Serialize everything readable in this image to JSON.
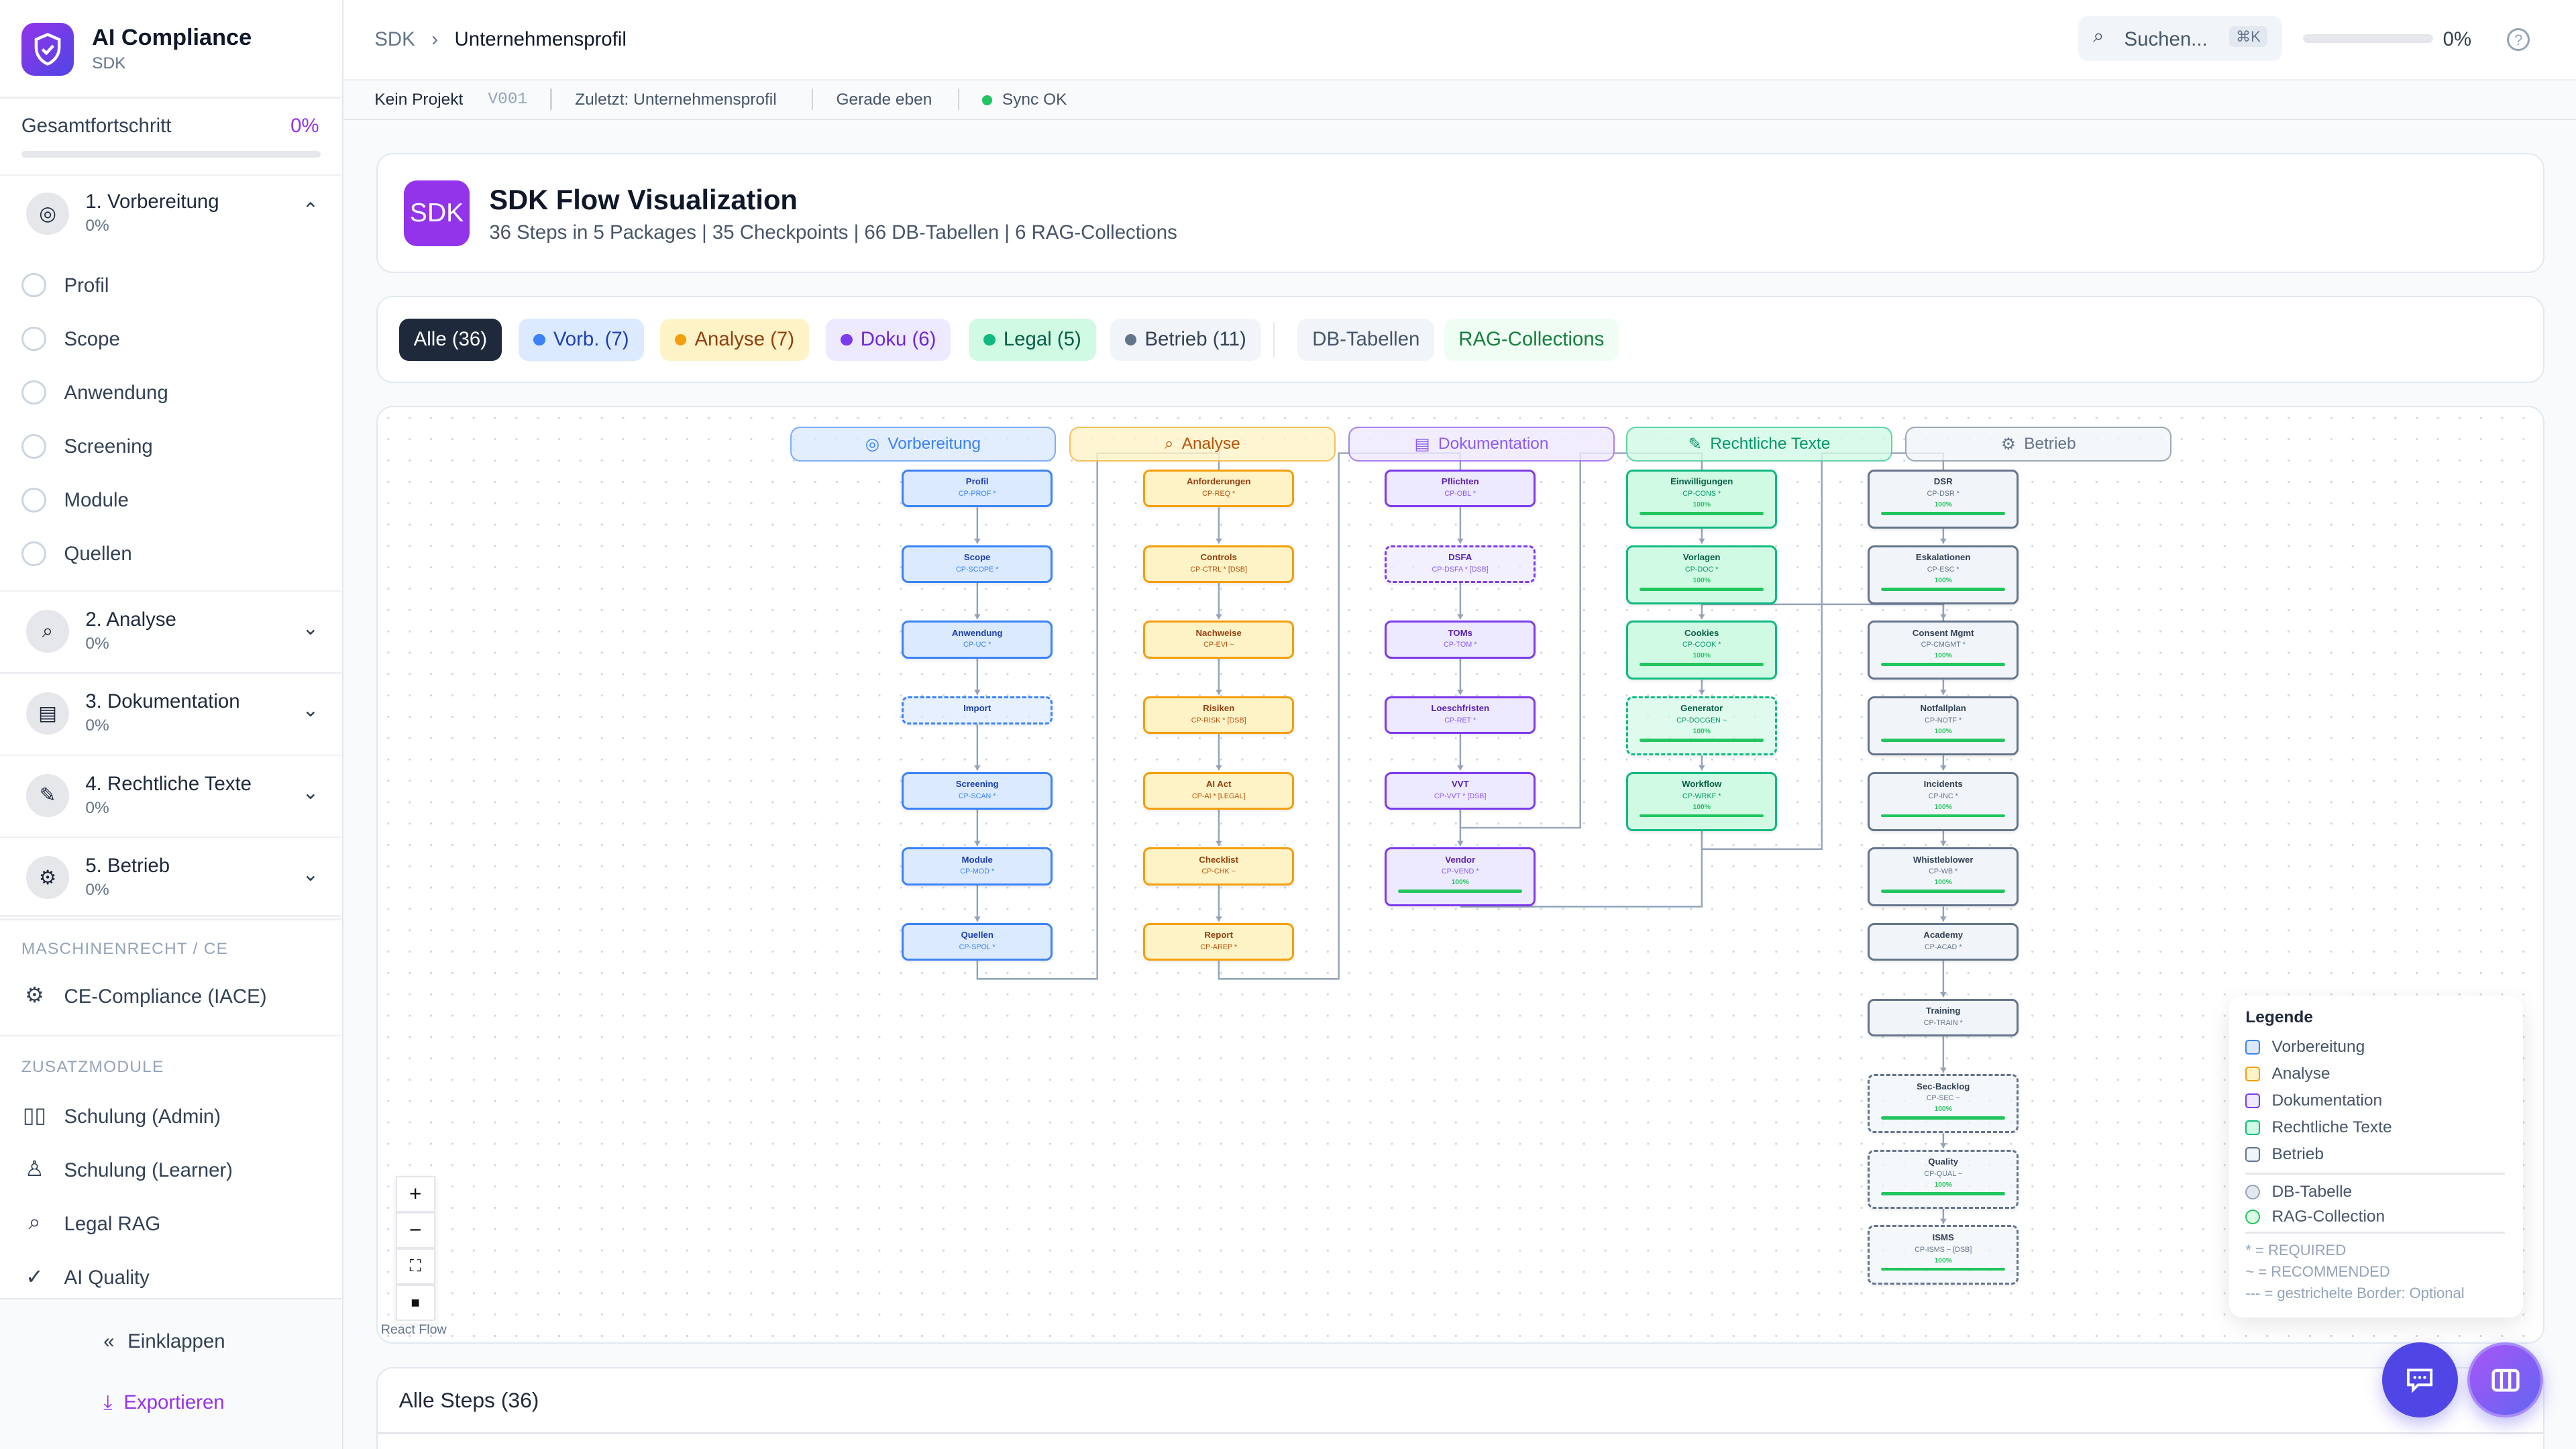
{
  "app": {
    "title": "AI Compliance",
    "subtitle": "SDK",
    "logo_icon": "shield-check-icon"
  },
  "sidebar": {
    "progress_label": "Gesamtfortschritt",
    "progress_value": "0%",
    "progress": 0,
    "sections": [
      {
        "label": "1. Vorbereitung",
        "progress": "0%",
        "icon": "target-icon",
        "expanded": true,
        "items": [
          "Profil",
          "Scope",
          "Anwendung",
          "Screening",
          "Module",
          "Quellen"
        ]
      },
      {
        "label": "2. Analyse",
        "progress": "0%",
        "icon": "magnifier-icon"
      },
      {
        "label": "3. Dokumentation",
        "progress": "0%",
        "icon": "clipboard-icon"
      },
      {
        "label": "4. Rechtliche Texte",
        "progress": "0%",
        "icon": "memo-icon"
      },
      {
        "label": "5. Betrieb",
        "progress": "0%",
        "icon": "gear-icon"
      }
    ],
    "ce_caption": "MASCHINENRECHT / CE",
    "ce_item": "CE-Compliance (IACE)",
    "extra_caption": "ZUSATZMODULE",
    "extra_items": [
      {
        "label": "Schulung (Admin)",
        "icon": "book-icon"
      },
      {
        "label": "Schulung (Learner)",
        "icon": "user-icon"
      },
      {
        "label": "Legal RAG",
        "icon": "search-icon"
      },
      {
        "label": "AI Quality",
        "icon": "check-circle-icon"
      }
    ],
    "collapse_label": "Einklappen",
    "export_label": "Exportieren"
  },
  "header": {
    "breadcrumb": [
      "SDK",
      "Unternehmensprofil"
    ],
    "search_placeholder": "Suchen...",
    "search_shortcut": "⌘K",
    "progress_value": "0%",
    "progress": 0
  },
  "subbar": {
    "project": "Kein Projekt",
    "version": "V001",
    "last": "Zuletzt: Unternehmensprofil",
    "time": "Gerade eben",
    "sync": "Sync OK"
  },
  "hero": {
    "badge": "SDK",
    "title": "SDK Flow Visualization",
    "subtitle": "36 Steps in 5 Packages | 35 Checkpoints | 66 DB-Tabellen | 6 RAG-Collections"
  },
  "filters": [
    {
      "label": "Alle (36)",
      "active": true
    },
    {
      "label": "Vorb. (7)",
      "color": "#3b82f6"
    },
    {
      "label": "Analyse (7)",
      "color": "#f59e0b"
    },
    {
      "label": "Doku (6)",
      "color": "#7c3aed"
    },
    {
      "label": "Legal (5)",
      "color": "#10b981"
    },
    {
      "label": "Betrieb (11)",
      "color": "#64748b"
    },
    {
      "label": "DB-Tabellen"
    },
    {
      "label": "RAG-Collections"
    }
  ],
  "colors": {
    "vorb": {
      "bg": "#dbeafe",
      "border": "#3b82f6",
      "title": "#1e40af",
      "sub": "#3b82f6"
    },
    "analyse": {
      "bg": "#fef3c7",
      "border": "#f59e0b",
      "title": "#92400e",
      "sub": "#b45309"
    },
    "doku": {
      "bg": "#ede9fe",
      "border": "#7c3aed",
      "title": "#5b21b6",
      "sub": "#8b5cf6"
    },
    "legal": {
      "bg": "#d1fae5",
      "border": "#10b981",
      "title": "#065f46",
      "sub": "#059669"
    },
    "betrieb": {
      "bg": "#f1f5f9",
      "border": "#64748b",
      "title": "#334155",
      "sub": "#64748b"
    }
  },
  "flow": {
    "packages": [
      {
        "key": "vorb",
        "label": "Vorbereitung",
        "icon": "target-icon",
        "nodes": [
          {
            "label": "Profil",
            "code": "CP-PROF *"
          },
          {
            "label": "Scope",
            "code": "CP-SCOPE *"
          },
          {
            "label": "Anwendung",
            "code": "CP-UC *"
          },
          {
            "label": "Import",
            "code": "",
            "optional": true
          },
          {
            "label": "Screening",
            "code": "CP-SCAN *"
          },
          {
            "label": "Module",
            "code": "CP-MOD *"
          },
          {
            "label": "Quellen",
            "code": "CP-SPOL *"
          }
        ]
      },
      {
        "key": "analyse",
        "label": "Analyse",
        "icon": "magnifier-icon",
        "nodes": [
          {
            "label": "Anforderungen",
            "code": "CP-REQ *"
          },
          {
            "label": "Controls",
            "code": "CP-CTRL * [DSB]"
          },
          {
            "label": "Nachweise",
            "code": "CP-EVI ~"
          },
          {
            "label": "Risiken",
            "code": "CP-RISK * [DSB]"
          },
          {
            "label": "AI Act",
            "code": "CP-AI * [LEGAL]"
          },
          {
            "label": "Checklist",
            "code": "CP-CHK ~"
          },
          {
            "label": "Report",
            "code": "CP-AREP *"
          }
        ]
      },
      {
        "key": "doku",
        "label": "Dokumentation",
        "icon": "clipboard-icon",
        "nodes": [
          {
            "label": "Pflichten",
            "code": "CP-OBL *"
          },
          {
            "label": "DSFA",
            "code": "CP-DSFA * [DSB]",
            "optional": true
          },
          {
            "label": "TOMs",
            "code": "CP-TOM *"
          },
          {
            "label": "Loeschfristen",
            "code": "CP-RET *"
          },
          {
            "label": "VVT",
            "code": "CP-VVT * [DSB]"
          },
          {
            "label": "Vendor",
            "code": "CP-VEND *",
            "progress": 100
          }
        ]
      },
      {
        "key": "legal",
        "label": "Rechtliche Texte",
        "icon": "memo-icon",
        "nodes": [
          {
            "label": "Einwilligungen",
            "code": "CP-CONS *",
            "progress": 100
          },
          {
            "label": "Vorlagen",
            "code": "CP-DOC *",
            "progress": 100
          },
          {
            "label": "Cookies",
            "code": "CP-COOK *",
            "progress": 100
          },
          {
            "label": "Generator",
            "code": "CP-DOCGEN ~",
            "progress": 100,
            "optional": true
          },
          {
            "label": "Workflow",
            "code": "CP-WRKF *",
            "progress": 100
          }
        ]
      },
      {
        "key": "betrieb",
        "label": "Betrieb",
        "icon": "gear-icon",
        "nodes": [
          {
            "label": "DSR",
            "code": "CP-DSR *",
            "progress": 100
          },
          {
            "label": "Eskalationen",
            "code": "CP-ESC *",
            "progress": 100
          },
          {
            "label": "Consent Mgmt",
            "code": "CP-CMGMT *",
            "progress": 100
          },
          {
            "label": "Notfallplan",
            "code": "CP-NOTF *",
            "progress": 100
          },
          {
            "label": "Incidents",
            "code": "CP-INC *",
            "progress": 100
          },
          {
            "label": "Whistleblower",
            "code": "CP-WB *",
            "progress": 100
          },
          {
            "label": "Academy",
            "code": "CP-ACAD *"
          },
          {
            "label": "Training",
            "code": "CP-TRAIN *"
          },
          {
            "label": "Sec-Backlog",
            "code": "CP-SEC ~",
            "progress": 100,
            "optional": true
          },
          {
            "label": "Quality",
            "code": "CP-QUAL ~",
            "progress": 100,
            "optional": true
          },
          {
            "label": "ISMS",
            "code": "CP-ISMS ~ [DSB]",
            "progress": 100,
            "optional": true
          }
        ]
      }
    ],
    "cross_edges": [
      {
        "from": "Quellen",
        "to": "Anforderungen"
      },
      {
        "from": "Report",
        "to": "Pflichten"
      },
      {
        "from": "VVT",
        "to": "Einwilligungen"
      },
      {
        "from": "Workflow",
        "to": "DSR"
      },
      {
        "from": "Vorlagen",
        "to": "Consent Mgmt"
      },
      {
        "from": "Vendor",
        "to": "Workflow"
      }
    ],
    "controls": {
      "zoom_in": "+",
      "zoom_out": "−",
      "fit": "⛶",
      "lock": "🔒"
    },
    "attribution": "React Flow"
  },
  "legend": {
    "title": "Legende",
    "packages": [
      {
        "label": "Vorbereitung",
        "key": "vorb"
      },
      {
        "label": "Analyse",
        "key": "analyse"
      },
      {
        "label": "Dokumentation",
        "key": "doku"
      },
      {
        "label": "Rechtliche Texte",
        "key": "legal"
      },
      {
        "label": "Betrieb",
        "key": "betrieb"
      }
    ],
    "resources": [
      {
        "label": "DB-Tabelle",
        "bg": "#e2e8f0",
        "border": "#94a3b8"
      },
      {
        "label": "RAG-Collection",
        "bg": "#dcfce7",
        "border": "#22c55e"
      }
    ],
    "notes": [
      "* = REQUIRED",
      "~ = RECOMMENDED",
      "--- = gestrichelte Border: Optional"
    ]
  },
  "steps": {
    "title": "Alle Steps (36)"
  }
}
